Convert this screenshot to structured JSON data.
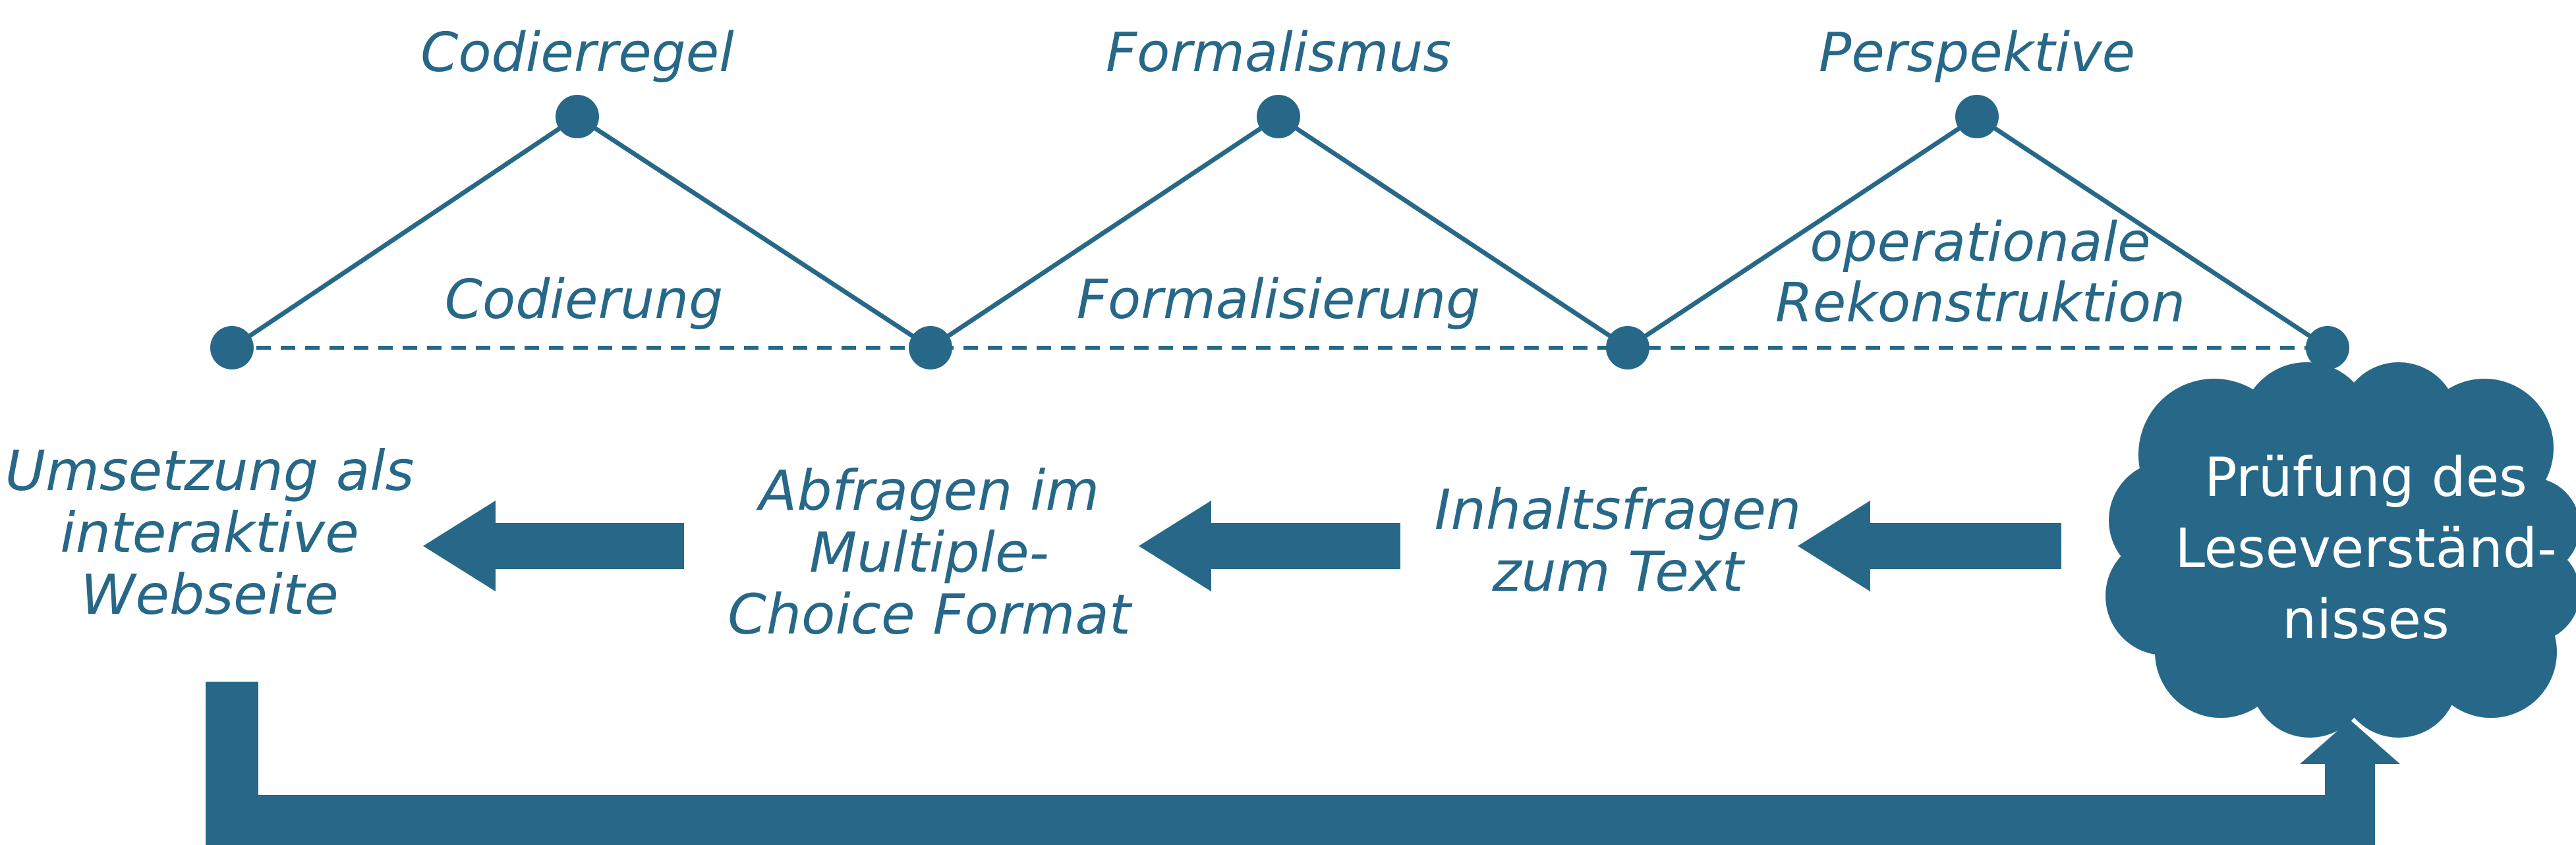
{
  "colors": {
    "primary": "#276888",
    "background": "#ffffff",
    "cloud_text": "#ffffff"
  },
  "peaks": [
    {
      "label": "Codierregel"
    },
    {
      "label": "Formalismus"
    },
    {
      "label": "Perspektive"
    }
  ],
  "edges": [
    {
      "label": "Codierung"
    },
    {
      "label": "Formalisierung"
    },
    {
      "label_line1": "operationale",
      "label_line2": "Rekonstruktion"
    }
  ],
  "steps": {
    "cloud": {
      "line1": "Prüfung des",
      "line2": "Leseverständ-",
      "line3": "nisses"
    },
    "content_questions": {
      "line1": "Inhaltsfragen",
      "line2": "zum Text"
    },
    "multiple_choice": {
      "line1": "Abfragen im",
      "line2": "Multiple-",
      "line3": "Choice Format"
    },
    "website": {
      "line1": "Umsetzung als",
      "line2": "interaktive",
      "line3": "Webseite"
    }
  }
}
